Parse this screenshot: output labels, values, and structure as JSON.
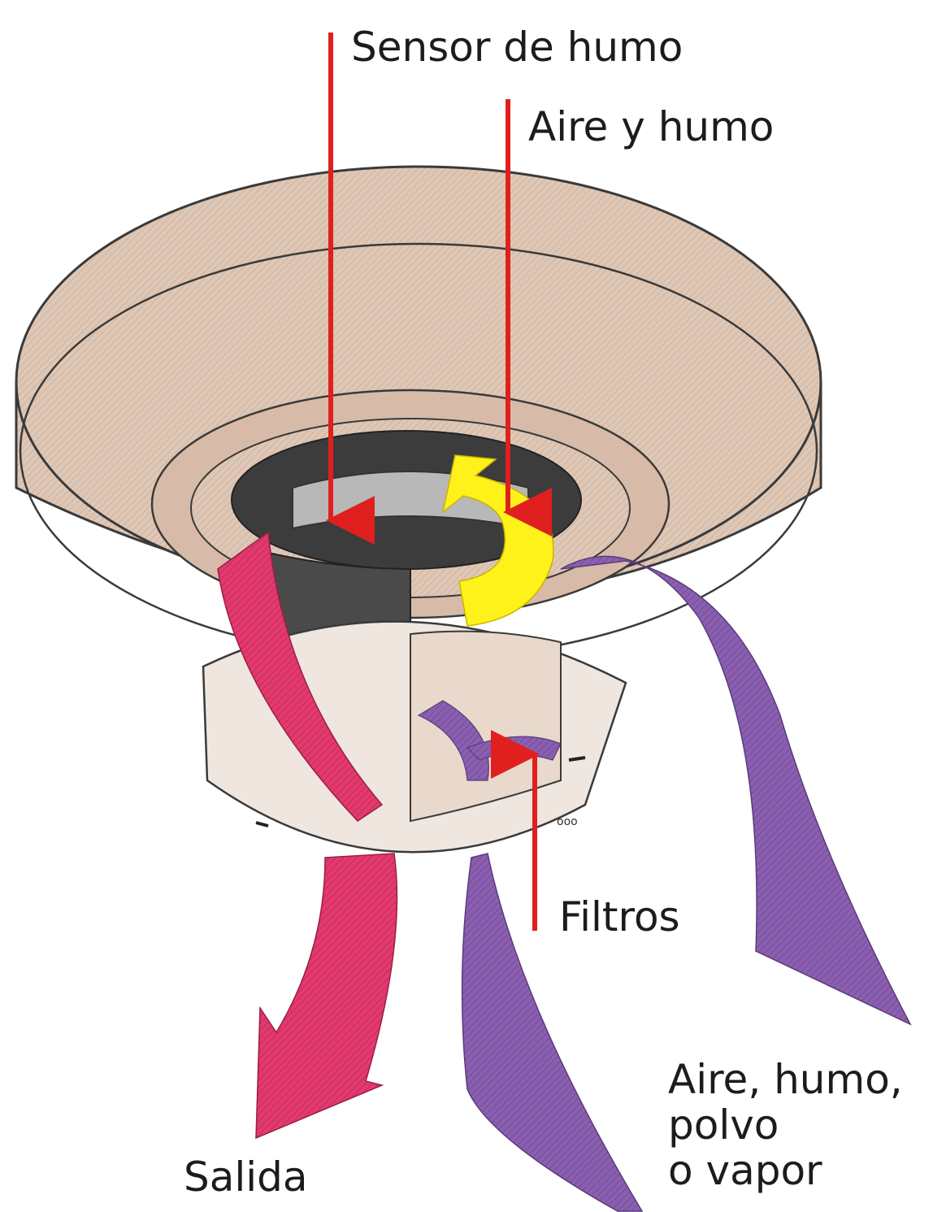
{
  "labels": {
    "sensor": "Sensor de humo",
    "aire_humo": "Aire y humo",
    "filtros": "Filtros",
    "entrada_line1": "Aire, humo,",
    "entrada_line2": "polvo",
    "entrada_line3": "o vapor",
    "salida": "Salida"
  },
  "colors": {
    "housing": "#dfc7b6",
    "housing_dark": "#c9ab97",
    "inner_dark": "#3c3c3c",
    "inner_light": "#b8b8b8",
    "pointer_arrow": "#e0201e",
    "exit_flow": "#e23a6e",
    "inlet_flow": "#8a5fb0",
    "circulation": "#fff21a"
  },
  "icons": [
    "pointer-arrow",
    "flow-arrow",
    "circulation-arrow"
  ]
}
